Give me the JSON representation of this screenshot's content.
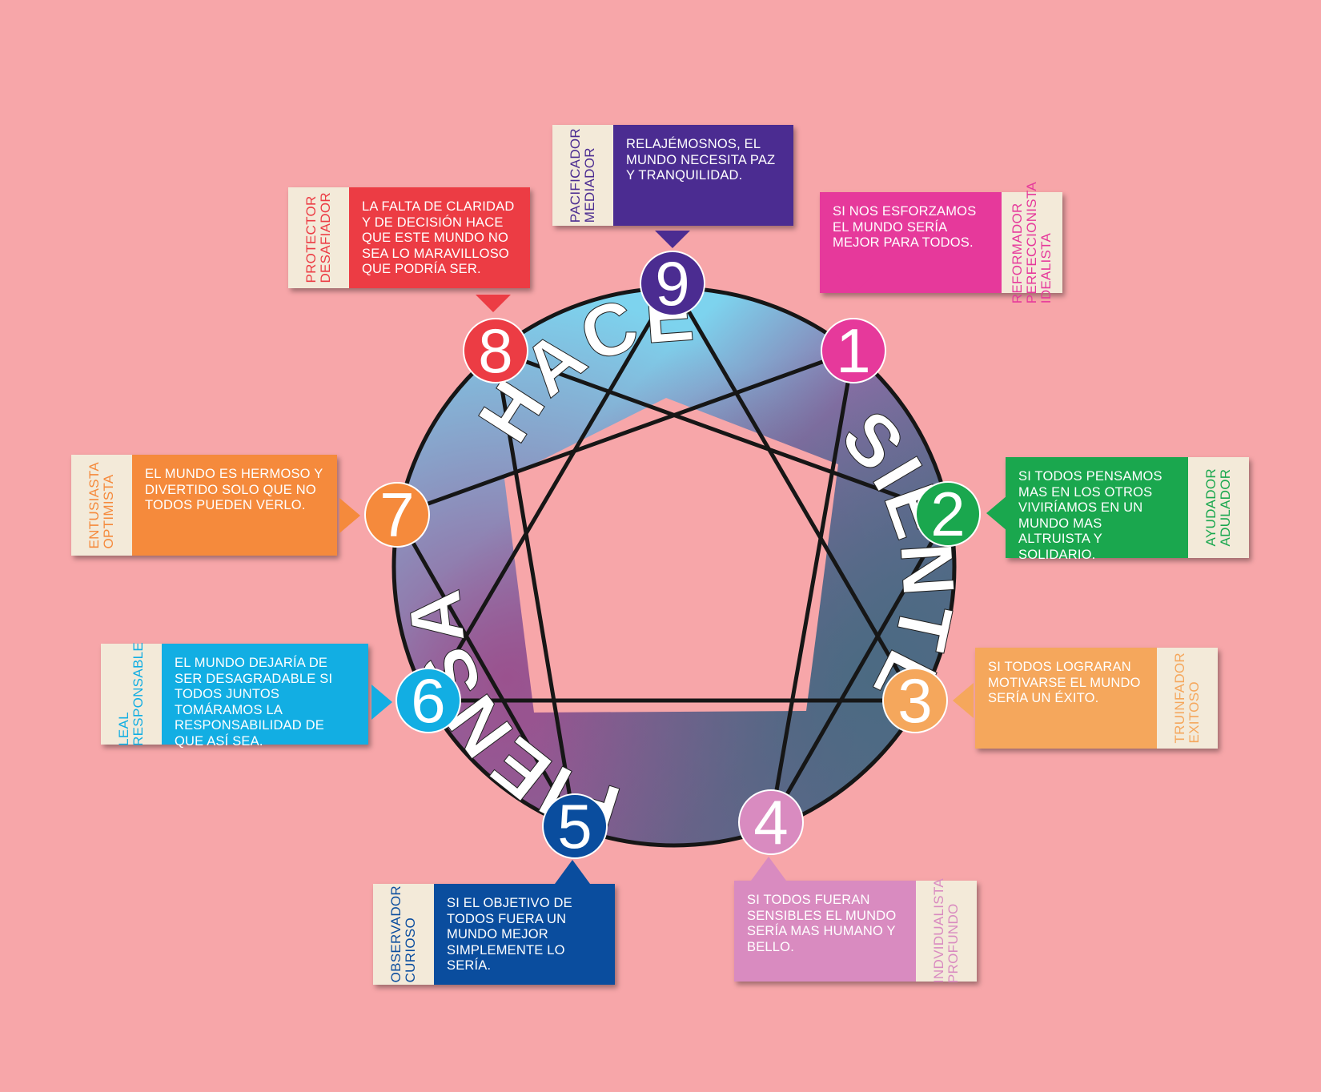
{
  "center_words": {
    "top": "HACE",
    "right": "SIENTE",
    "left": "PIENSA"
  },
  "colors": {
    "background": "#f7a6a9",
    "ring_top": "#7dd3ee",
    "ring_left": "#9b5a8c",
    "ring_right": "#4e6c84"
  },
  "types": [
    {
      "number": "1",
      "color": "#e6399b",
      "tags": [
        "REFORMADOR",
        "PERFECCIONISTA",
        "IDEALISTA"
      ],
      "tag_color": "#e6399b",
      "text": "SI NOS ESFORZAMOS EL MUNDO SERÍA MEJOR PARA TODOS."
    },
    {
      "number": "2",
      "color": "#1aa74e",
      "tags": [
        "AYUDADOR",
        "ADULADOR"
      ],
      "tag_color": "#1aa74e",
      "text": "SI TODOS PENSAMOS MAS EN LOS OTROS VIVIRÍAMOS EN UN MUNDO MAS ALTRUISTA Y SOLIDARIO."
    },
    {
      "number": "3",
      "color": "#f5a75c",
      "tags": [
        "TRUINFADOR",
        "EXITOSO"
      ],
      "tag_color": "#f5a75c",
      "text": "SI TODOS LOGRARAN MOTIVARSE EL MUNDO SERÍA UN ÉXITO."
    },
    {
      "number": "4",
      "color": "#d98bc0",
      "tags": [
        "INDVIDUALISTA",
        "PROFUNDO"
      ],
      "tag_color": "#d98bc0",
      "text": "SI TODOS FUERAN SENSIBLES EL MUNDO SERÍA MAS HUMANO Y BELLO."
    },
    {
      "number": "5",
      "color": "#0a4d9e",
      "tags": [
        "OBSERVADOR",
        "CURIOSO"
      ],
      "tag_color": "#0a4d9e",
      "text": "SI EL OBJETIVO DE TODOS FUERA UN MUNDO MEJOR SIMPLEMENTE LO SERÍA."
    },
    {
      "number": "6",
      "color": "#12aee3",
      "tags": [
        "LEAL",
        "RESPONSABLE"
      ],
      "tag_color": "#12aee3",
      "text": "EL MUNDO DEJARÍA DE SER DESAGRADABLE SI TODOS JUNTOS TOMÁRAMOS LA RESPONSABILIDAD DE QUE ASÍ SEA."
    },
    {
      "number": "7",
      "color": "#f58a3c",
      "tags": [
        "ENTUSIASTA",
        "OPTIMISTA"
      ],
      "tag_color": "#f58a3c",
      "text": "EL MUNDO ES HERMOSO Y DIVERTIDO SOLO QUE NO TODOS PUEDEN VERLO."
    },
    {
      "number": "8",
      "color": "#ec3c44",
      "tags": [
        "PROTECTOR",
        "DESAFIADOR"
      ],
      "tag_color": "#ec3c44",
      "text": "LA FALTA DE CLARIDAD Y DE DECISIÓN HACE QUE ESTE MUNDO NO SEA LO MARAVILLOSO QUE PODRÍA SER."
    },
    {
      "number": "9",
      "color": "#4b2c91",
      "tags": [
        "PACIFICADOR",
        "MEDIADOR"
      ],
      "tag_color": "#4b2c91",
      "text": "RELAJÉMOSNOS, EL MUNDO NECESITA PAZ Y TRANQUILIDAD."
    }
  ]
}
